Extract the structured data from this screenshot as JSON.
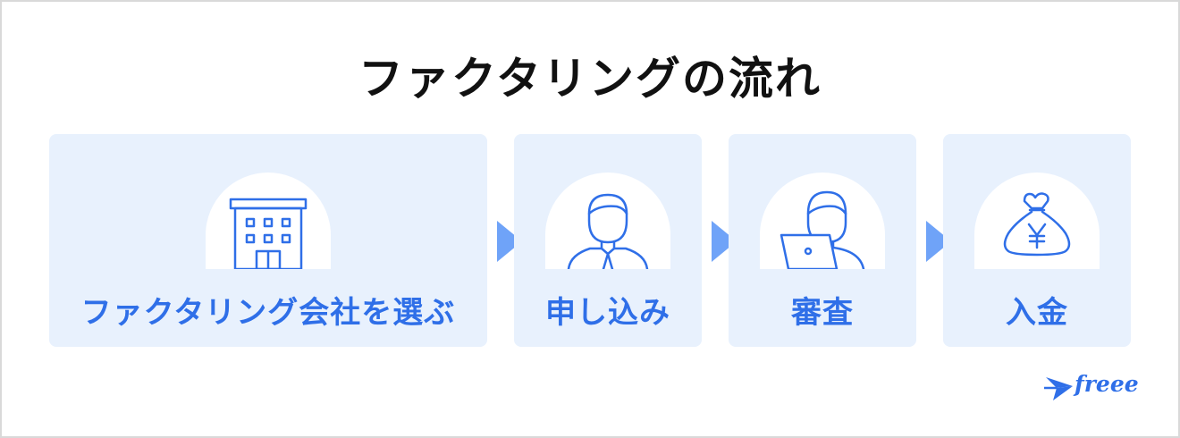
{
  "title": "ファクタリングの流れ",
  "steps": [
    {
      "label": "ファクタリング会社を選ぶ",
      "icon": "office-building-icon"
    },
    {
      "label": "申し込み",
      "icon": "person-applicant-icon"
    },
    {
      "label": "審査",
      "icon": "person-laptop-reviewer-icon"
    },
    {
      "label": "入金",
      "icon": "yen-money-bag-icon"
    }
  ],
  "colors": {
    "accent": "#2f6fe8",
    "card_bg": "#e8f1fd",
    "arrow": "#6fa3f8",
    "title": "#111111"
  },
  "logo": {
    "text": "freee"
  }
}
